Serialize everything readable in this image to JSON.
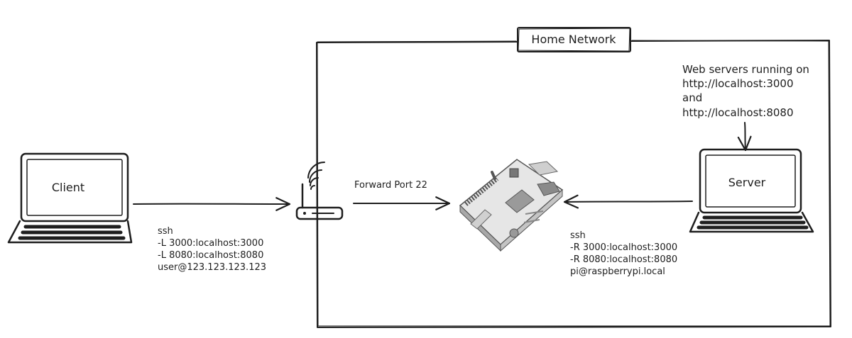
{
  "network": {
    "title": "Home Network"
  },
  "client": {
    "label": "Client",
    "command": [
      "ssh",
      "-L 3000:localhost:3000",
      "-L 8080:localhost:8080",
      "user@123.123.123.123"
    ]
  },
  "router": {
    "label": "Forward Port 22"
  },
  "server": {
    "label": "Server",
    "note": [
      "Web servers running on",
      "http://localhost:3000",
      "and",
      "http://localhost:8080"
    ],
    "command": [
      "ssh",
      "-R 3000:localhost:3000",
      "-R 8080:localhost:8080",
      "pi@raspberrypi.local"
    ]
  }
}
